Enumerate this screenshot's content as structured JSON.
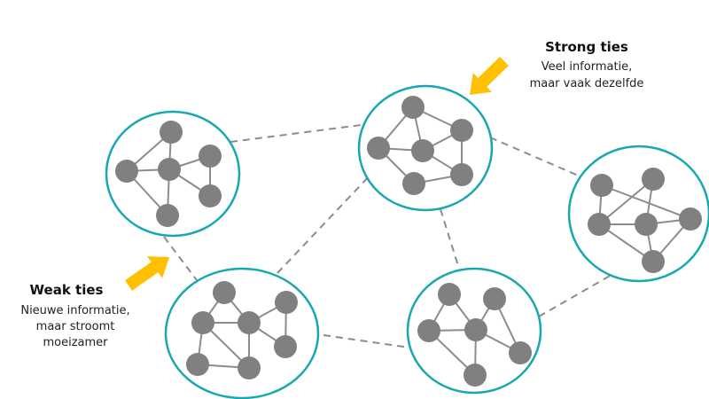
{
  "colors": {
    "cluster_ring": "#17A8B0",
    "node": "#808080",
    "edge": "#8c8c8c",
    "dashed_tie": "#8c8c8c",
    "arrow": "#FFC000"
  },
  "strong": {
    "title": "Strong ties",
    "lines": [
      "Veel informatie,",
      "maar vaak dezelfde"
    ]
  },
  "weak": {
    "title": "Weak ties",
    "lines": [
      "Nieuwe informatie,",
      "maar stroomt",
      "moeizamer"
    ]
  }
}
